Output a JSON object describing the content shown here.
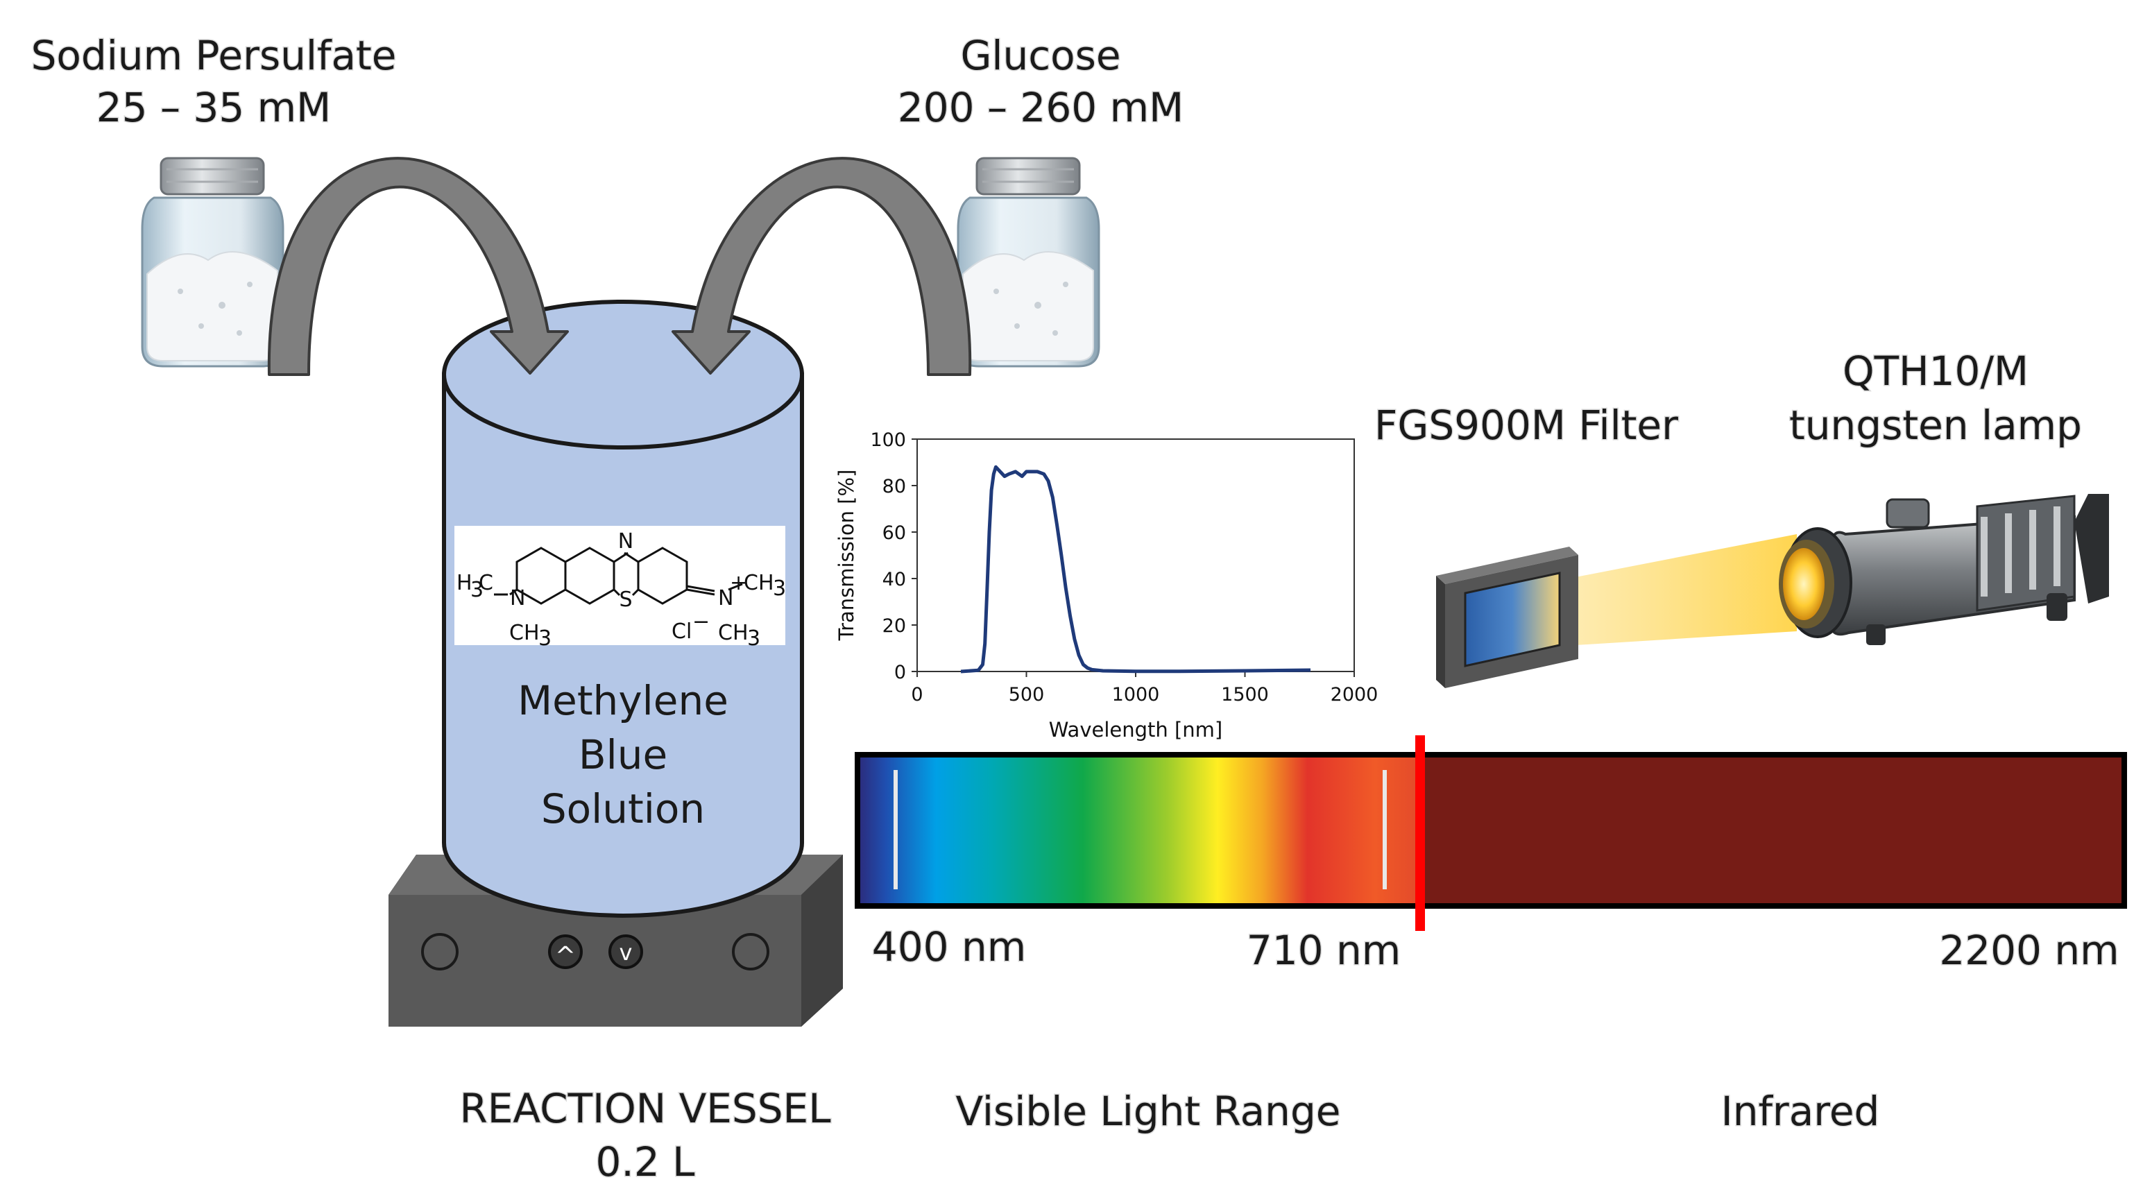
{
  "reagents": {
    "persulfate": {
      "name": "Sodium Persulfate",
      "conc": "25 – 35 mM"
    },
    "glucose": {
      "name": "Glucose",
      "conc": "200 – 260 mM"
    }
  },
  "vessel": {
    "solution_line1": "Methylene",
    "solution_line2": "Blue",
    "solution_line3": "Solution",
    "caption_line1": "REACTION VESSEL",
    "caption_line2": "0.2 L"
  },
  "stirrer": {
    "up_symbol": "^",
    "down_symbol": "v"
  },
  "molecule": {
    "n_top": "N",
    "s_center": "S",
    "left_group_main": "H",
    "left_sub3": "3",
    "left_c": "C",
    "left_n": "N",
    "left_ch3_bottom": "CH",
    "left_sub3_bottom": "3",
    "right_n": "N",
    "right_plus": "+",
    "right_ch3": "CH",
    "right_sub3": "3",
    "right_ch3_bottom": "CH",
    "right_sub3_bottom": "3",
    "counter_ion": "Cl",
    "counter_minus": "−"
  },
  "filter": {
    "label": "FGS900M Filter"
  },
  "lamp": {
    "label_line1": "QTH10/M",
    "label_line2": "tungsten lamp"
  },
  "spectrum": {
    "label_400": "400 nm",
    "label_710": "710 nm",
    "label_2200": "2200 nm",
    "visible_label": "Visible Light Range",
    "infrared_label": "Infrared"
  },
  "colors": {
    "vessel_fill": "#b4c7e7",
    "stirrer": "#595959",
    "arrow": "#7f7f7f",
    "transmission_curve": "#1f3a7a",
    "infrared": "#761c16",
    "cutoff_line": "#ff0000",
    "beam": "#ffd966"
  },
  "chart_data": {
    "type": "line",
    "title": "",
    "xlabel": "Wavelength [nm]",
    "ylabel": "Transmission [%]",
    "xlim": [
      0,
      2000
    ],
    "ylim": [
      0,
      100
    ],
    "xticks": [
      0,
      500,
      1000,
      1500,
      2000
    ],
    "yticks": [
      0,
      20,
      40,
      60,
      80,
      100
    ],
    "grid": false,
    "series": [
      {
        "x": [
          200,
          280,
          300,
          310,
          320,
          330,
          340,
          350,
          360,
          380,
          400,
          420,
          450,
          480,
          500,
          520,
          550,
          580,
          600,
          620,
          640,
          660,
          680,
          700,
          720,
          740,
          760,
          780,
          800,
          850,
          900,
          1000,
          1200,
          1500,
          1800
        ],
        "values": [
          0,
          0.5,
          3,
          12,
          35,
          60,
          78,
          85,
          88,
          86,
          84,
          85,
          86,
          84,
          86,
          86,
          86,
          85,
          82,
          75,
          63,
          50,
          36,
          24,
          14,
          7,
          3,
          1.5,
          0.8,
          0.3,
          0.2,
          0.1,
          0.1,
          0.3,
          0.6
        ]
      }
    ]
  }
}
